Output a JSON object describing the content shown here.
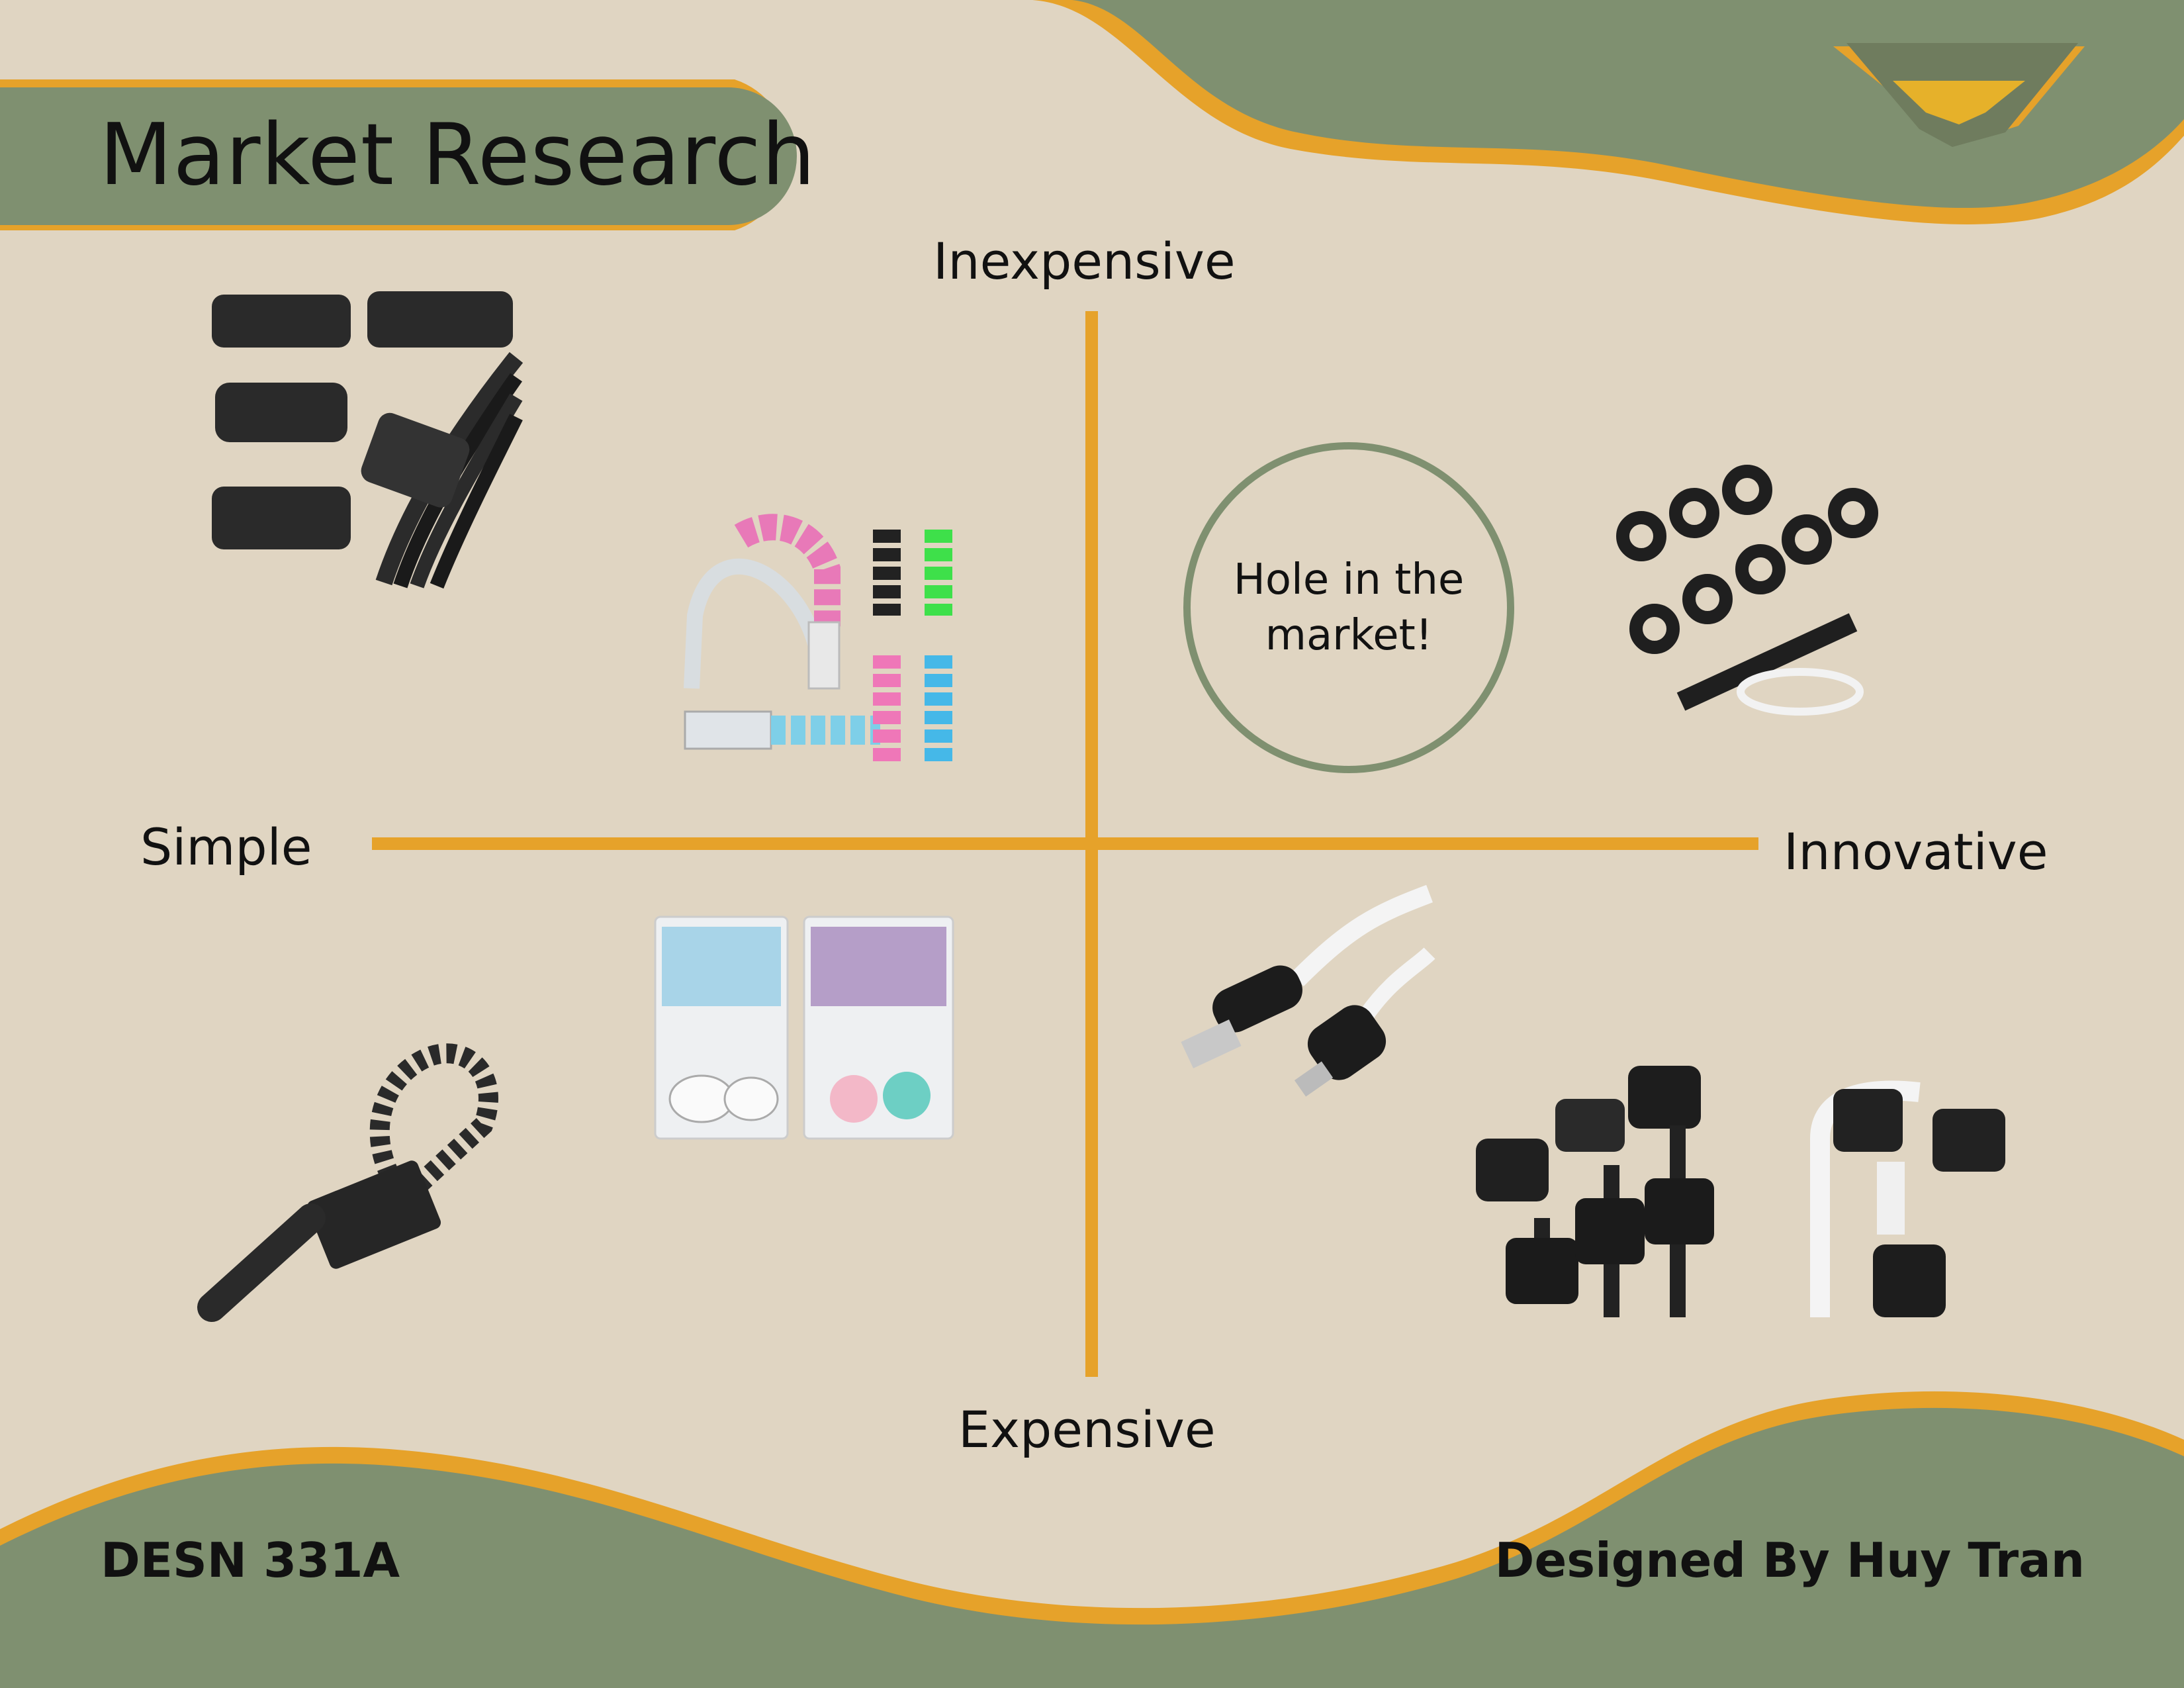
{
  "title": "Market Research",
  "axes": {
    "top": "Inexpensive",
    "bottom": "Expensive",
    "left": "Simple",
    "right": "Innovative"
  },
  "callout": "Hole in the market!",
  "footer": {
    "course": "DESN 331A",
    "credit": "Designed By Huy Tran"
  },
  "colors": {
    "background": "#e0d5c2",
    "green": "#7f9070",
    "orange": "#e6a22a",
    "dark_green": "#6f7c5e"
  },
  "products": [
    {
      "name": "adhesive cable clips",
      "quadrant": "inexpensive-simple"
    },
    {
      "name": "spiral cable protectors",
      "quadrant": "inexpensive-simple"
    },
    {
      "name": "silicone cable ties",
      "quadrant": "inexpensive-innovative"
    },
    {
      "name": "character cable protector packs",
      "quadrant": "expensive-simple"
    },
    {
      "name": "adjustable ladder cable strap",
      "quadrant": "expensive-simple"
    },
    {
      "name": "multi-head USB cable",
      "quadrant": "expensive-innovative"
    },
    {
      "name": "magnetic cable holders",
      "quadrant": "expensive-innovative"
    }
  ]
}
